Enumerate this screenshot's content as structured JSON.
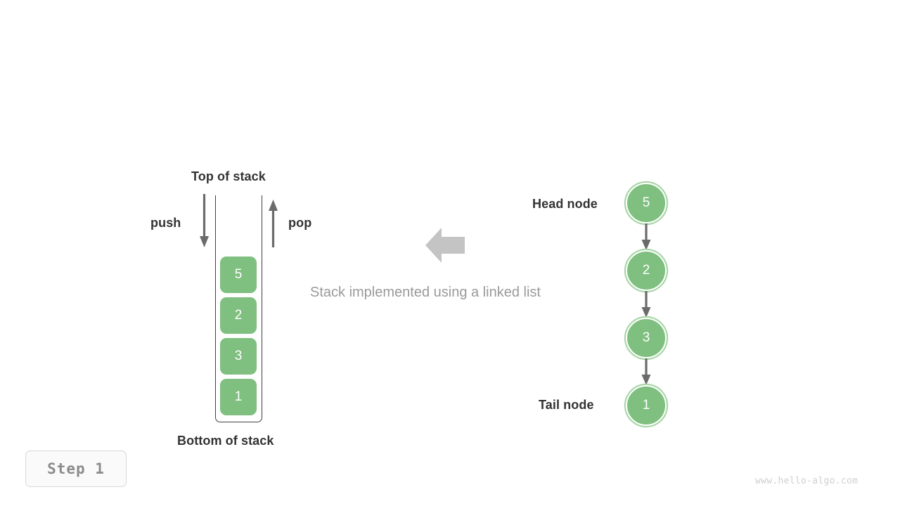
{
  "diagram": {
    "title_caption": "Stack implemented using a linked list",
    "watermark": "www.hello-algo.com",
    "step_badge": "Step 1",
    "colors": {
      "node_fill": "#7fbf7f",
      "node_ring": "#a9d6a9",
      "arrow_gray": "#6b6b6b",
      "block_arrow": "#c4c4c4",
      "label_dark": "#333333",
      "caption_gray": "#9a9a9a",
      "badge_text": "#8c8c8c",
      "watermark_gray": "#cfcfcf",
      "container_stroke": "#3f3f3f"
    }
  },
  "stack": {
    "top_label": "Top of stack",
    "bottom_label": "Bottom of stack",
    "push_label": "push",
    "pop_label": "pop",
    "cells": [
      {
        "value": "5"
      },
      {
        "value": "2"
      },
      {
        "value": "3"
      },
      {
        "value": "1"
      }
    ]
  },
  "linked_list": {
    "head_label": "Head node",
    "tail_label": "Tail node",
    "nodes": [
      {
        "value": "5"
      },
      {
        "value": "2"
      },
      {
        "value": "3"
      },
      {
        "value": "1"
      }
    ]
  },
  "icons": {
    "push_arrow": "arrow-down-icon",
    "pop_arrow": "arrow-up-icon",
    "transform_arrow": "block-arrow-left-icon",
    "link_arrow": "arrow-down-icon"
  }
}
